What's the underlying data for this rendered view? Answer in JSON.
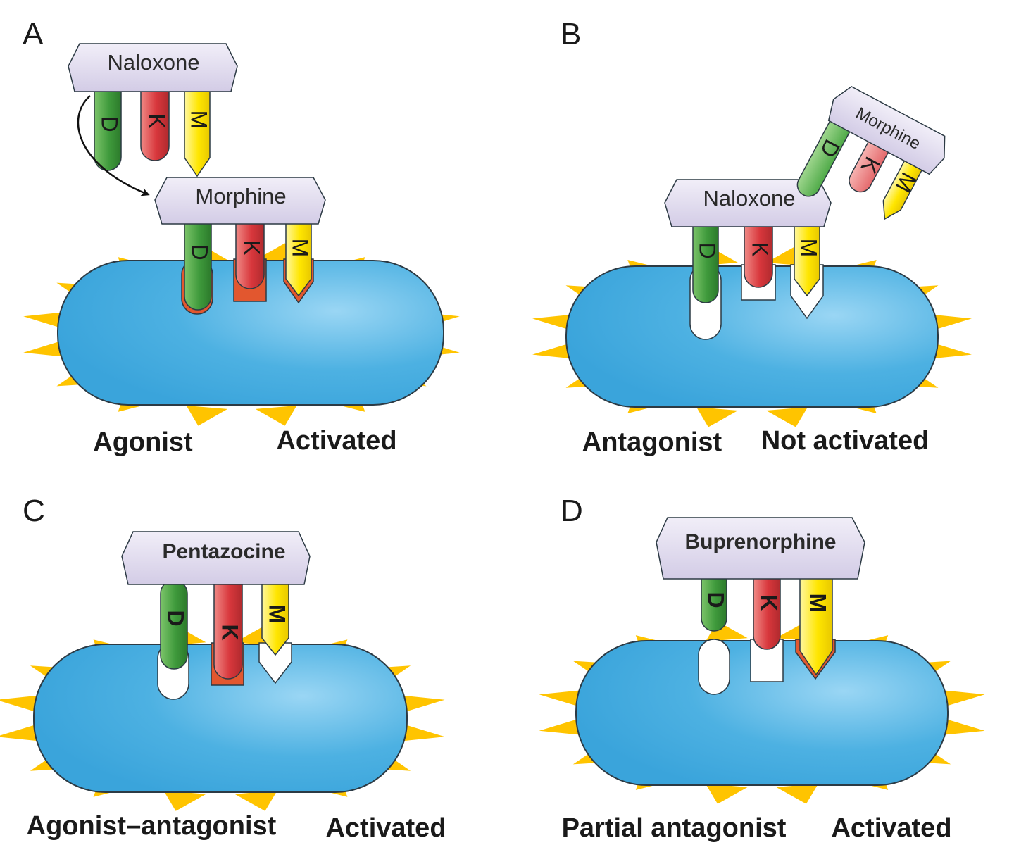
{
  "panels": {
    "a": {
      "letter": "A",
      "top_drug": "Naloxone",
      "bound_drug": "Morphine",
      "caption_left": "Agonist",
      "caption_right": "Activated"
    },
    "b": {
      "letter": "B",
      "bound_drug": "Naloxone",
      "displaced_drug": "Morphine",
      "caption_left": "Antagonist",
      "caption_right": "Not activated"
    },
    "c": {
      "letter": "C",
      "bound_drug": "Pentazocine",
      "caption_left": "Agonist–antagonist",
      "caption_right": "Activated"
    },
    "d": {
      "letter": "D",
      "bound_drug": "Buprenorphine",
      "caption_left": "Partial antagonist",
      "caption_right": "Activated"
    }
  },
  "receptor_letters": {
    "delta": "D",
    "kappa": "K",
    "mu": "M"
  },
  "colors": {
    "cell": "#3fa9df",
    "cell_highlight": "#8fd0f2",
    "spikes": "#ffc400",
    "drug_body": "#dcd6ec",
    "delta_arm": "#3f9a3c",
    "kappa_arm": "#d8373c",
    "mu_arm": "#ffe600",
    "site_active": "#e2572f"
  }
}
